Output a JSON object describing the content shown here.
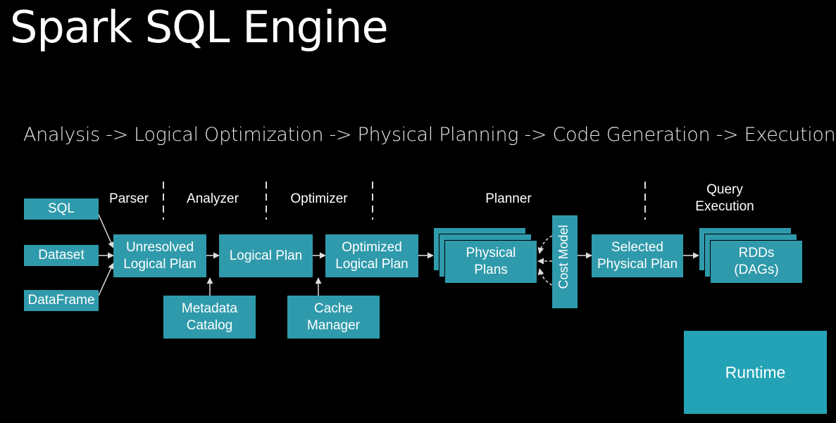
{
  "title": "Spark SQL Engine",
  "pipeline": "Analysis -> Logical Optimization -> Physical Planning -> Code Generation -> Execution",
  "stages": {
    "parser": "Parser",
    "analyzer": "Analyzer",
    "optimizer": "Optimizer",
    "planner": "Planner",
    "query_execution_line1": "Query",
    "query_execution_line2": "Execution"
  },
  "inputs": [
    "SQL",
    "Dataset",
    "DataFrame"
  ],
  "nodes": {
    "unresolved_line1": "Unresolved",
    "unresolved_line2": "Logical Plan",
    "logical_plan": "Logical Plan",
    "optimized_line1": "Optimized",
    "optimized_line2": "Logical Plan",
    "physical_line1": "Physical",
    "physical_line2": "Plans",
    "cost_model": "Cost Model",
    "selected_line1": "Selected",
    "selected_line2": "Physical Plan",
    "rdds_line1": "RDDs",
    "rdds_line2": "(DAGs)",
    "metadata_line1": "Metadata",
    "metadata_line2": "Catalog",
    "cache_line1": "Cache",
    "cache_line2": "Manager",
    "runtime": "Runtime"
  },
  "colors": {
    "box": "#2f9aab",
    "runtime": "#23a3b5",
    "background": "#000000"
  }
}
